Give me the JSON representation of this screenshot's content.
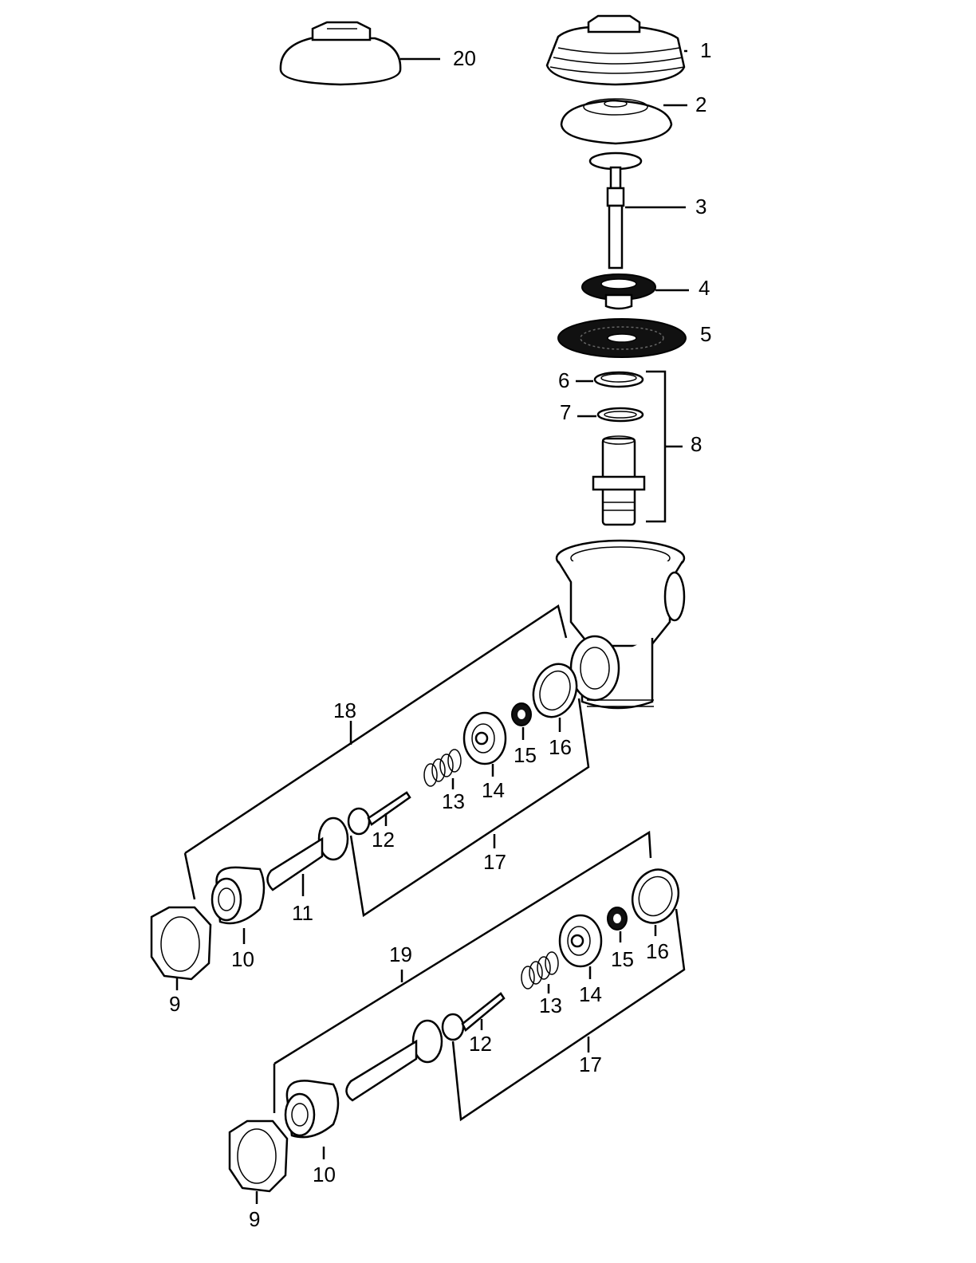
{
  "diagram": {
    "type": "exploded-parts-diagram",
    "callouts": {
      "c1": "1",
      "c2": "2",
      "c3": "3",
      "c4": "4",
      "c5": "5",
      "c6": "6",
      "c7": "7",
      "c8": "8",
      "c9a": "9",
      "c10a": "10",
      "c11": "11",
      "c12a": "12",
      "c13a": "13",
      "c14a": "14",
      "c15a": "15",
      "c16a": "16",
      "c17a": "17",
      "c18": "18",
      "c9b": "9",
      "c10b": "10",
      "c12b": "12",
      "c13b": "13",
      "c14b": "14",
      "c15b": "15",
      "c16b": "16",
      "c17b": "17",
      "c19": "19",
      "c20": "20"
    }
  }
}
